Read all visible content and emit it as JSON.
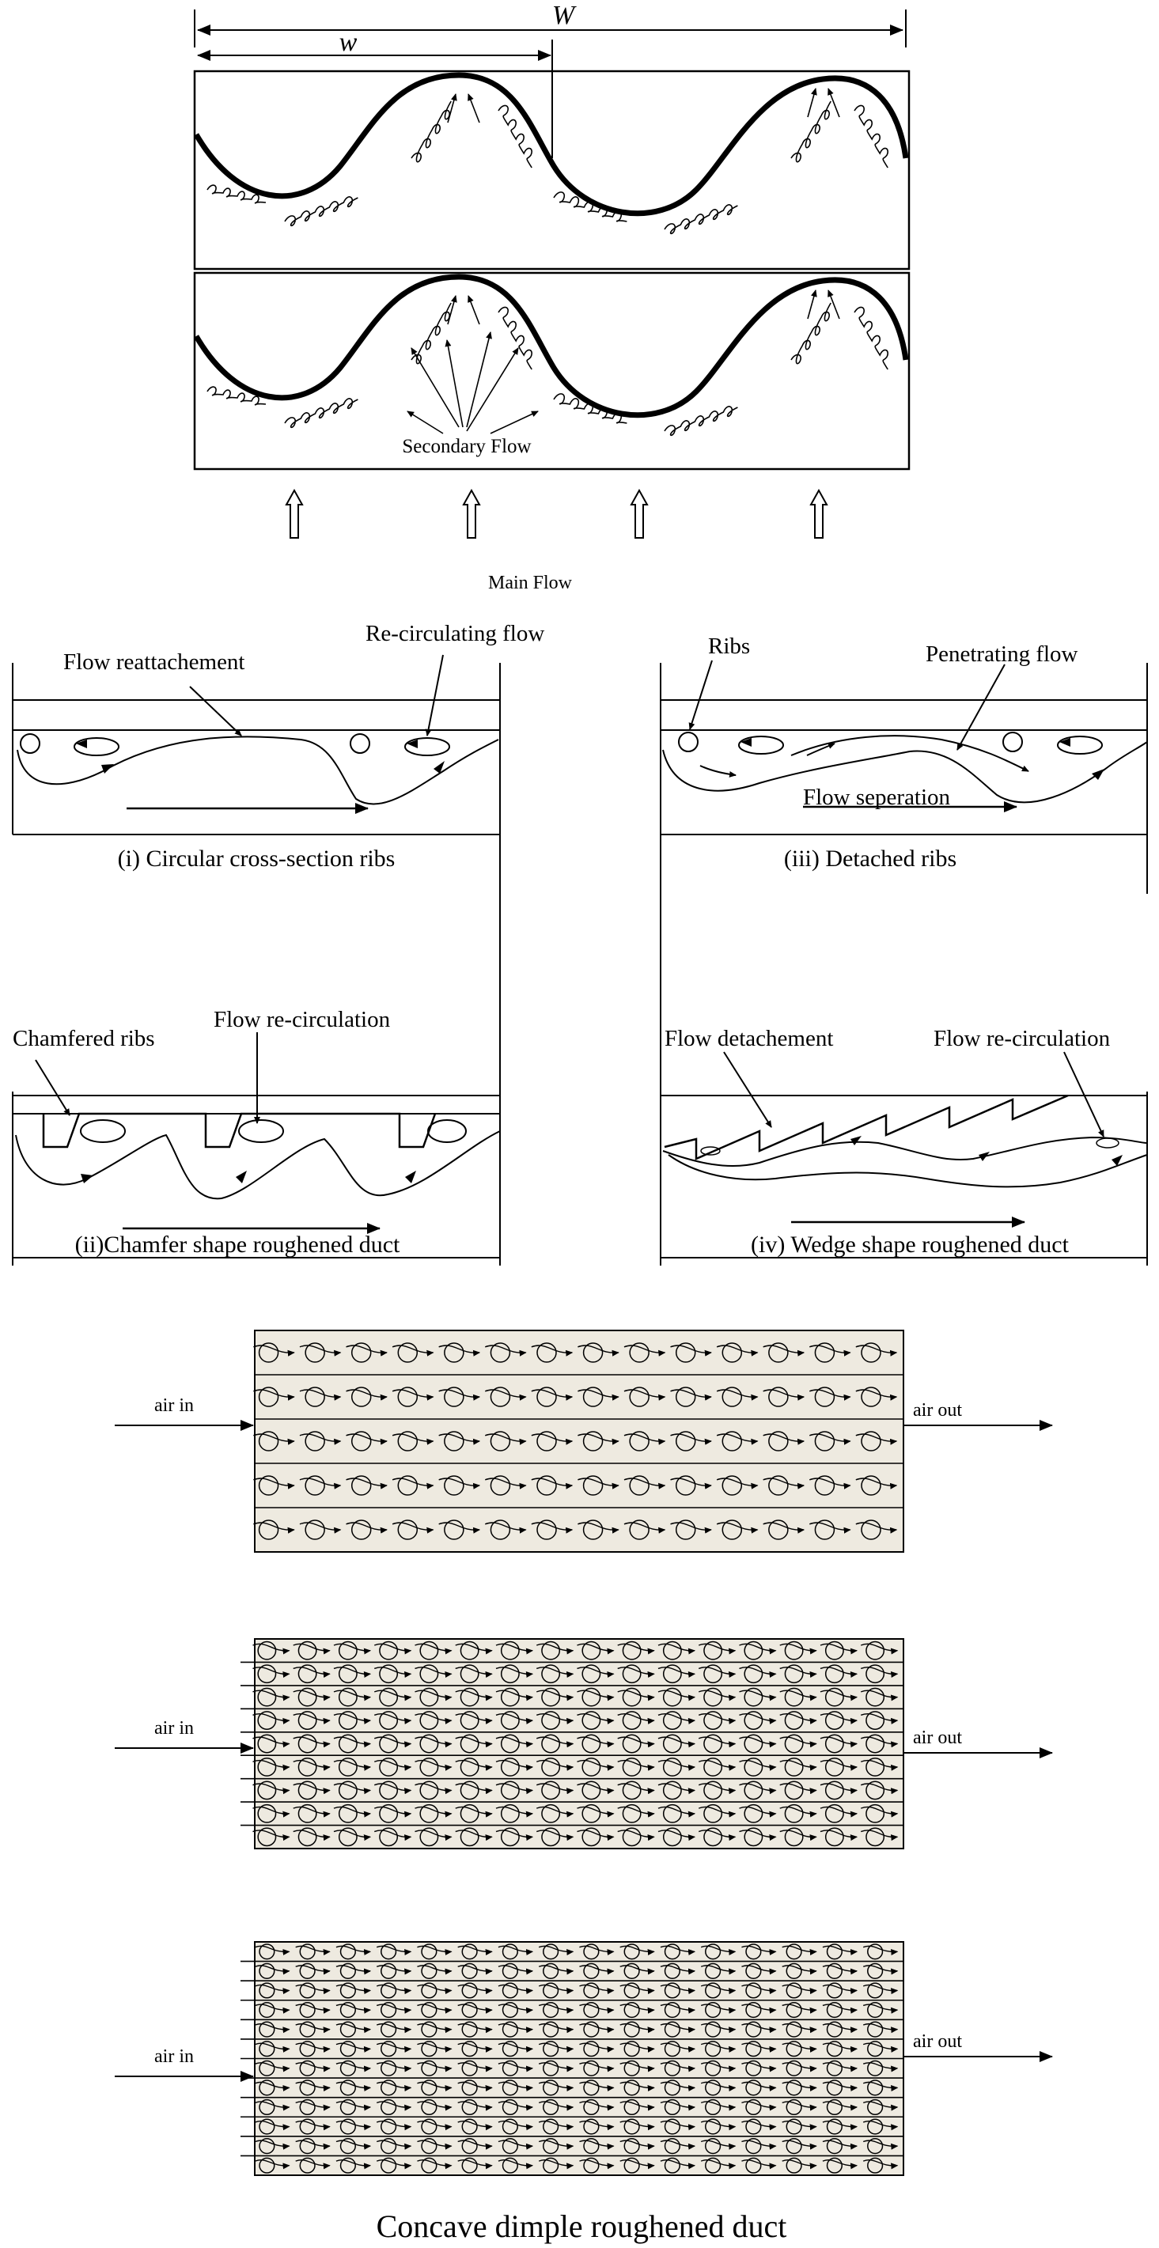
{
  "wavy": {
    "dim_W": "W",
    "dim_w": "w",
    "secondary_flow": "Secondary Flow",
    "main_flow": "Main Flow"
  },
  "ribs": {
    "p1": {
      "flow_reattachement": "Flow reattachement",
      "recirculating_flow": "Re-circulating flow",
      "caption": "(i) Circular cross-section ribs"
    },
    "p2": {
      "ribs": "Ribs",
      "penetrating_flow": "Penetrating flow",
      "flow_seperation": "Flow seperation",
      "caption": "(iii) Detached ribs"
    },
    "p3": {
      "chamfered_ribs": "Chamfered ribs",
      "flow_recirculation": "Flow re-circulation",
      "caption": "(ii)Chamfer shape roughened duct"
    },
    "p4": {
      "flow_detachement": "Flow detachement",
      "flow_recirculation": "Flow re-circulation",
      "caption": "(iv) Wedge shape roughened duct"
    }
  },
  "dimples": {
    "air_in": "air in",
    "air_out": "air out",
    "caption": "Concave dimple roughened duct"
  }
}
